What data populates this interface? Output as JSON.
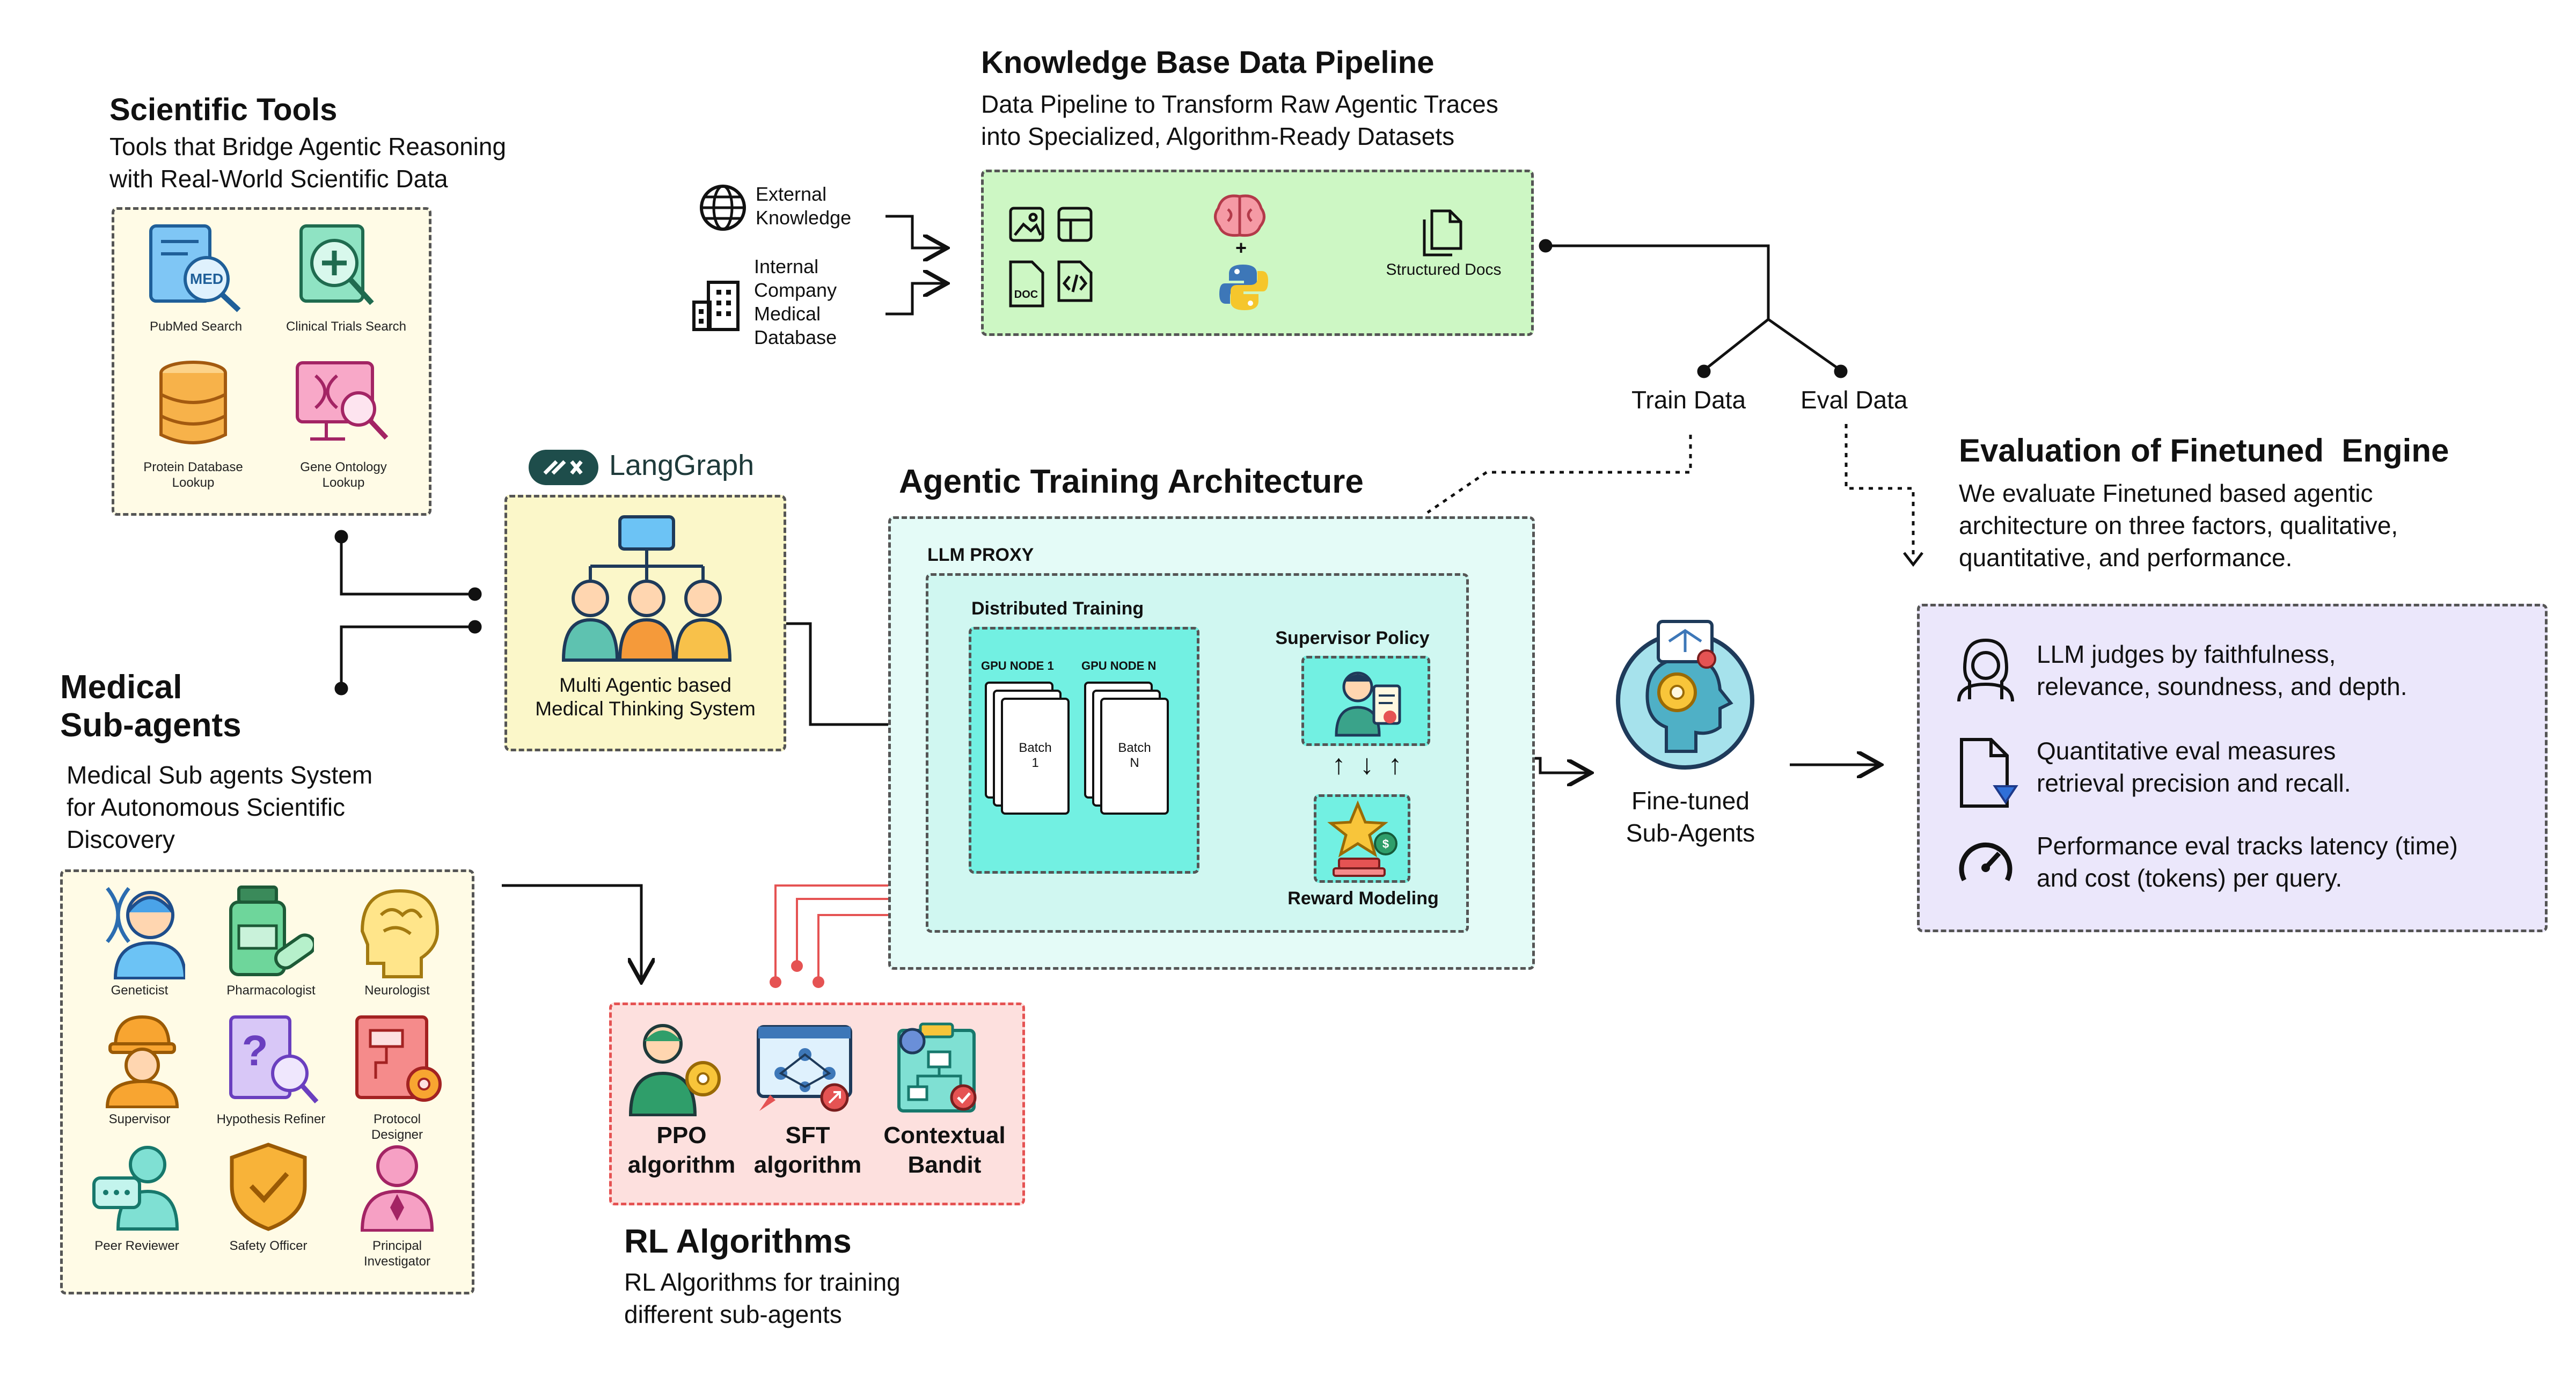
{
  "scientific_tools": {
    "title": "Scientific Tools",
    "subtitle": "Tools that Bridge Agentic Reasoning\nwith Real-World Scientific Data",
    "items": [
      {
        "label": "PubMed Search"
      },
      {
        "label": "Clinical Trials Search"
      },
      {
        "label": "Protein Database\nLookup"
      },
      {
        "label": "Gene Ontology\nLookup"
      }
    ],
    "icon_badge": "MED"
  },
  "medical_subagents": {
    "title": "Medical\nSub-agents",
    "subtitle": "Medical Sub agents System\nfor Autonomous Scientific\nDiscovery",
    "items": [
      {
        "label": "Geneticist"
      },
      {
        "label": "Pharmacologist"
      },
      {
        "label": "Neurologist"
      },
      {
        "label": "Supervisor"
      },
      {
        "label": "Hypothesis Refiner"
      },
      {
        "label": "Protocol\nDesigner"
      },
      {
        "label": "Peer Reviewer"
      },
      {
        "label": "Safety Officer"
      },
      {
        "label": "Principal\nInvestigator"
      }
    ]
  },
  "langgraph": {
    "logo_text": "LangGraph",
    "label": "Multi Agentic based\nMedical Thinking System"
  },
  "knowledge_pipeline": {
    "title": "Knowledge Base Data Pipeline",
    "subtitle": "Data Pipeline to Transform Raw Agentic Traces\ninto Specialized, Algorithm-Ready Datasets",
    "external": "External\nKnowledge",
    "internal": "Internal\nCompany\nMedical\nDatabase",
    "doc_label": "DOC",
    "plus": "+",
    "structured": "Structured Docs"
  },
  "splits": {
    "train": "Train Data",
    "eval": "Eval Data"
  },
  "training": {
    "title": "Agentic Training Architecture",
    "llm_proxy": "LLM PROXY",
    "distributed": "Distributed Training",
    "gpu1": "GPU NODE 1",
    "gpun": "GPU NODE N",
    "batch1": "Batch\n1",
    "batchn": "Batch\nN",
    "supervisor": "Supervisor Policy",
    "reward": "Reward Modeling",
    "arrows": "↑ ↓ ↑"
  },
  "finetuned": {
    "label": "Fine-tuned\nSub-Agents"
  },
  "rl": {
    "title": "RL Algorithms",
    "subtitle": "RL Algorithms for training\ndifferent sub-agents",
    "items": [
      {
        "label": "PPO\nalgorithm"
      },
      {
        "label": "SFT\nalgorithm"
      },
      {
        "label": "Contextual\nBandit"
      }
    ]
  },
  "evaluation": {
    "title": "Evaluation of Finetuned  Engine",
    "subtitle": "We evaluate Finetuned based agentic\narchitecture on three factors, qualitative,\nquantitative, and performance.",
    "items": [
      {
        "text": "LLM judges by faithfulness,\nrelevance, soundness, and depth."
      },
      {
        "text": "Quantitative eval measures\nretrieval precision and recall."
      },
      {
        "text": "Performance eval tracks latency (time)\nand cost (tokens) per query."
      }
    ]
  },
  "colors": {
    "tools_bg": "#fffbe6",
    "subagents_bg": "#fffbe6",
    "langgraph_bg": "#fbf7c9",
    "pipeline_bg": "#cdf7c4",
    "training_bg": "#e4fbf7",
    "distributed_bg": "#72f0e2",
    "rl_bg": "#fde0de",
    "eval_bg": "#ebe7fb",
    "red_line": "#e55353"
  }
}
